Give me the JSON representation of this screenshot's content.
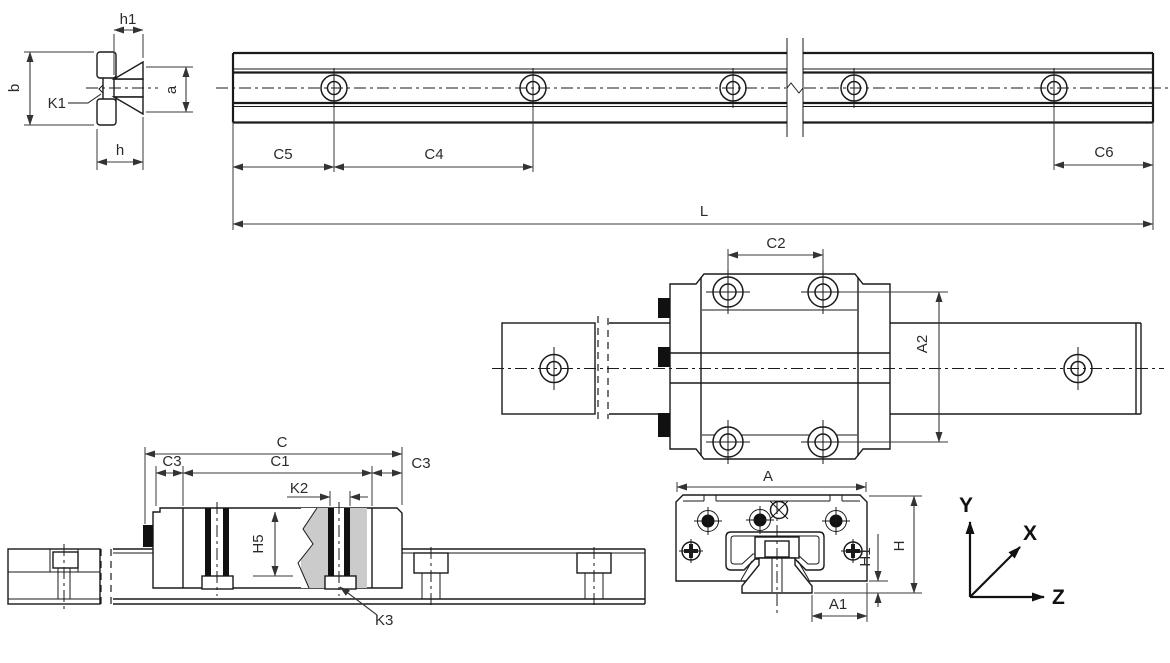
{
  "labels": {
    "cross_section": {
      "h1": "h1",
      "b": "b",
      "k1": "K1",
      "a": "a",
      "h": "h"
    },
    "rail_top": {
      "c5": "C5",
      "c4": "C4",
      "c6": "C6",
      "l": "L"
    },
    "carriage_top": {
      "c2": "C2",
      "a2": "A2"
    },
    "carriage_side": {
      "c": "C",
      "c1": "C1",
      "c3_left": "C3",
      "c3_right": "C3",
      "k2": "K2",
      "h5": "H5",
      "k3": "K3"
    },
    "carriage_front": {
      "a": "A",
      "a1": "A1",
      "h1": "H1",
      "h": "H"
    },
    "axes": {
      "x": "X",
      "y": "Y",
      "z": "Z"
    }
  },
  "colors": {
    "line": "#1a1a1a",
    "dim_line": "#3a3a3a",
    "text": "#2b2b2b",
    "fill_gray": "#cbcbcb",
    "fill_black": "#111111",
    "background": "#ffffff"
  }
}
